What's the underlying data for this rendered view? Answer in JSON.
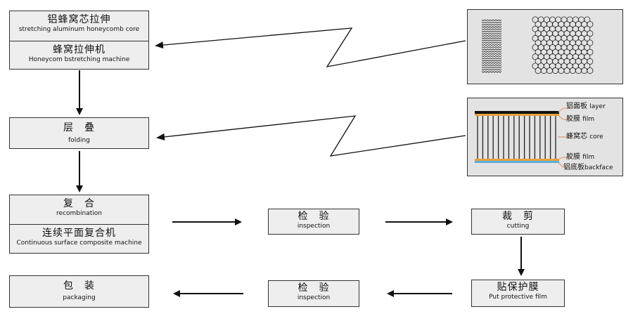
{
  "steps": {
    "stretch": {
      "zh": "铝蜂窝芯拉伸",
      "en": "stretching aluminum honeycomb core"
    },
    "stretch_machine": {
      "zh": "蜂窝拉伸机",
      "en": "Honeycom bstretching machine"
    },
    "folding": {
      "zh": "层　叠",
      "en": "folding"
    },
    "recombination": {
      "zh": "复　合",
      "en": "recombination"
    },
    "composite_machine": {
      "zh": "连续平面复合机",
      "en": "Continuous surface composite machine"
    },
    "inspection_1": {
      "zh": "检　验",
      "en": "inspection"
    },
    "cutting": {
      "zh": "裁　剪",
      "en": "cutting"
    },
    "protective_film": {
      "zh": "贴保护膜",
      "en": "Put protective film"
    },
    "inspection_2": {
      "zh": "检　验",
      "en": "inspection"
    },
    "packaging": {
      "zh": "包　装",
      "en": "packaging"
    }
  },
  "layers": {
    "top_panel": {
      "zh": "铝面板",
      "en": "layer"
    },
    "top_film": {
      "zh": "胶膜",
      "en": "film"
    },
    "core": {
      "zh": "蜂窝芯",
      "en": "core"
    },
    "bottom_film": {
      "zh": "胶膜",
      "en": "film"
    },
    "bottom_panel": {
      "zh": "铝底板",
      "en": "backface"
    }
  },
  "colors": {
    "box_fill": "#eeeeee",
    "panel_fill": "#e3e3e3",
    "leader_line": "#e08a5a",
    "film_orange": "#e8a23c",
    "backface_blue": "#5aaedc",
    "arrow": "#111111"
  }
}
